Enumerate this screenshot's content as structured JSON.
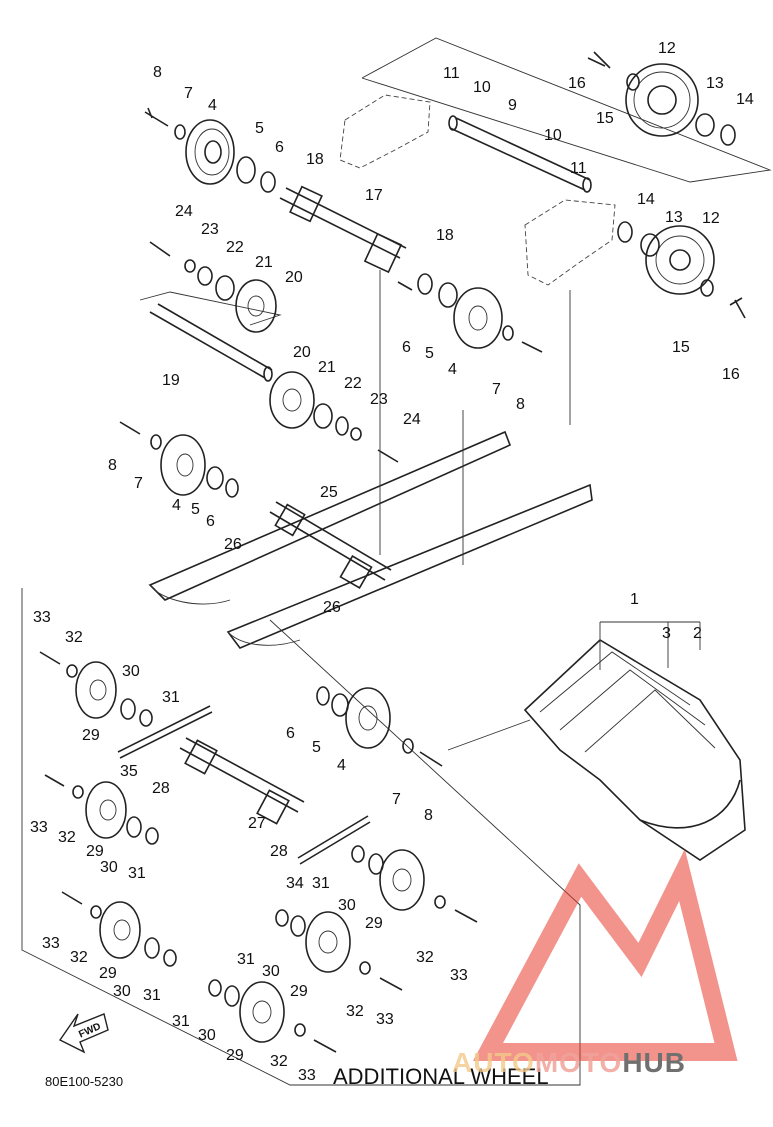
{
  "callouts": [
    "1",
    "2",
    "3",
    "4",
    "5",
    "6",
    "7",
    "8",
    "9",
    "10",
    "11",
    "12",
    "13",
    "14",
    "15",
    "16",
    "17",
    "18",
    "19",
    "20",
    "21",
    "22",
    "23",
    "24",
    "25",
    "26",
    "27",
    "28",
    "29",
    "30",
    "31",
    "32",
    "33",
    "34",
    "35",
    "4",
    "5",
    "6",
    "7",
    "8",
    "10",
    "11",
    "12",
    "13",
    "14",
    "15",
    "16",
    "18",
    "20",
    "21",
    "22",
    "23",
    "24",
    "4",
    "5",
    "6",
    "7",
    "8",
    "26",
    "28",
    "29",
    "30",
    "31",
    "32",
    "33",
    "29",
    "30",
    "31",
    "32",
    "33",
    "29",
    "30",
    "31",
    "32",
    "33",
    "29",
    "30",
    "31",
    "32",
    "33",
    "29",
    "30",
    "31",
    "32",
    "33",
    "4",
    "5",
    "6",
    "7",
    "8"
  ],
  "fwd_label": "FWD",
  "caption": "ADDITIONAL WHEEL",
  "diagram_code": "80E100-5230",
  "watermark": {
    "part1": "AUTO",
    "part2": "MOTO",
    "part3": "HUB",
    "color_auto": "#f4c98a",
    "color_moto": "#f0a29a",
    "color_hub": "#707070",
    "logo_color": "#e83a2e"
  }
}
